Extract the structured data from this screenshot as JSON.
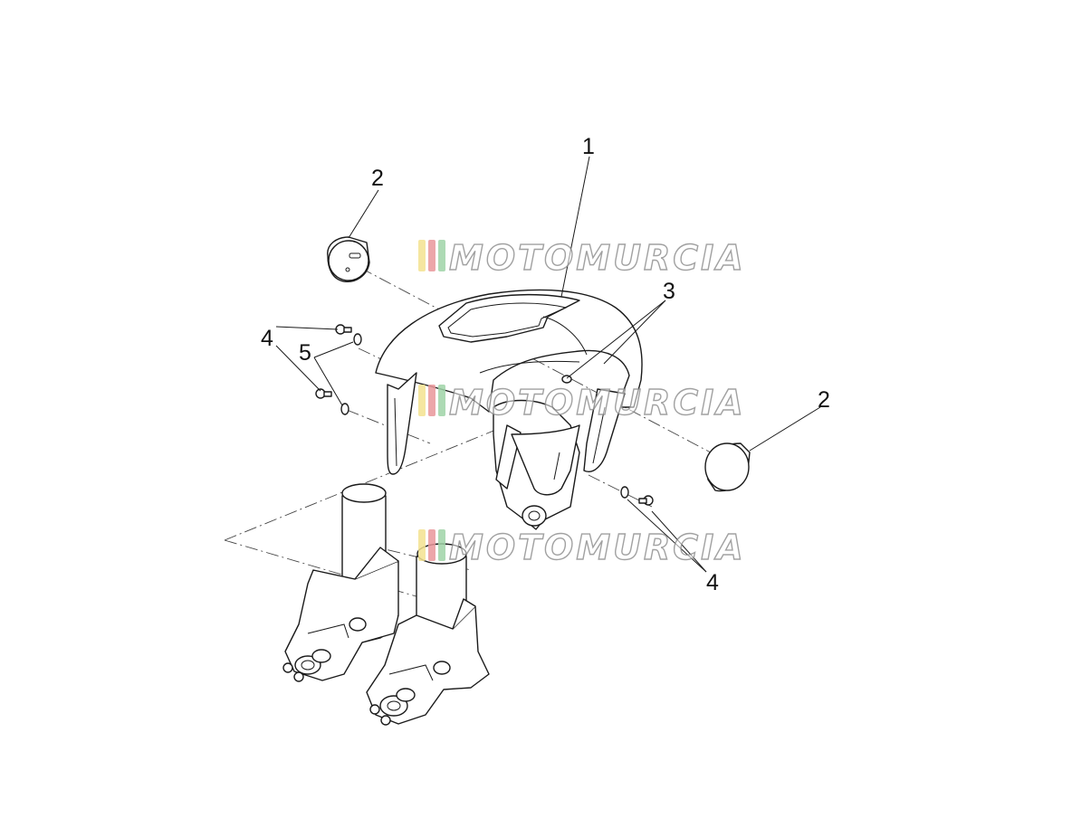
{
  "callouts": {
    "c1": "1",
    "c2a": "2",
    "c2b": "2",
    "c3": "3",
    "c4a": "4",
    "c4b": "4",
    "c5": "5"
  },
  "watermark": {
    "text": "MOTOMURCIA",
    "stripe_colors": [
      "#f3e28f",
      "#e9969a",
      "#9fd4a7"
    ]
  },
  "colors": {
    "line": "#1a1a1a",
    "background": "#ffffff"
  }
}
